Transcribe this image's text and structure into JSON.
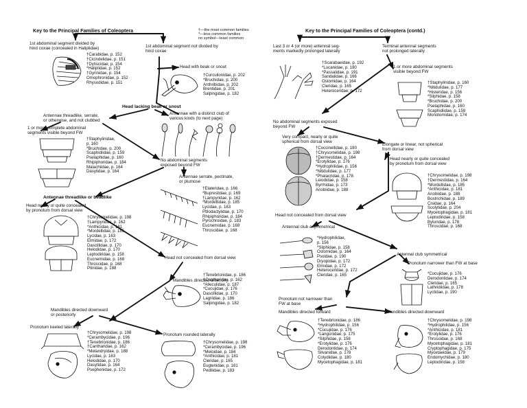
{
  "left": {
    "title": "Key to the Principal Families of Coleoptera",
    "legend": "†—the most common families\n*—less common families\nno symbol—least common",
    "nodes": {
      "n1a": "1st abdominal segment divided by\nhind coxae (concealed in Haliplidae)",
      "n1b": "1st abdominal segment not divided by\nhind coxae",
      "n2a": "Head with beak or snout",
      "n2b": "Head lacking beak or snout",
      "n3a": "Antennae threadlike, serrate,\nor otherwise, and not clubbed",
      "n3b": "Antennae with a distinct club of\nvarious kinds (to next page)",
      "n4a": "1 or more complete abdominal\nsegments visible beyond FW",
      "n4b": "No abdominal segments\nexposed beyond FW",
      "n5a": "Antennae serrate, pectinate,\nor plumose",
      "n5b": "Antennae threadlike or beadlike",
      "n6a": "Head nearly or quite concealed\nby pronotum from dorsal view",
      "n6b": "Head not concealed from dorsal view",
      "n7a": "Mandibles directed anteriorly",
      "n7b": "Mandibles directed downward\nor posteriorly",
      "n8a": "Pronotum keeled laterally",
      "n8b": "Pronotum rounded laterally"
    },
    "families": {
      "f1": "†Carabidae, p. 152\n†Cicindelidae, p. 151\n†Dytiscidae, p. 154\n*Haliplidae, p. 152\n†Gyrinidae, p. 154\nOmophronidae, p. 152\nRhysodidae, p. 151",
      "f2": "†Curculionidae, p. 202\n*Bruchidae, p. 200\nAnthribidae, p. 202\nBrentidae, p. 201\nSalpingidae, p. 182",
      "f3": "†Staphylinidae,\np. 160\n*Bruchidae, p. 200\nScaphidiidae, p. 159\nPselaphidae, p. 160\nRhipiphoridae, p. 184\nMalachiidae, p. 164\nDasytidae, p. 164",
      "f4": "†Elateridae, p. 166\n*Buprestidae, p. 169\n†Lampyridae, p. 162\n*Mordellidae, p. 185\nLycidae, p. 163\nPtilodactylidae, p. 170\nRhipiphoridae, p. 184\nPyrochroidae, p. 183\nEucnemidae, p. 168\nThroscidae, p. 168",
      "f5": "†Chrysomelidae, p. 198\n†Lampyridae, p. 162\n*Anthicidae, p. 181\n*Mordellidae, p. 185\nLycidae, p. 163\nElmidae, p. 172\nDascillidae, p. 170\nHelodidae, p. 170\nLeptodiridae, p. 158\nEucnemidae, p. 168\nThroscidae, p. 168\nPtinidae, p. 188",
      "f6": "†Tenebrionidae, p. 186\n†Cantharidae, p. 162\n*Alleculidae, p. 187\n*Cucujidae, p. 176\nDascillidae, p. 170\nLagriidae, p. 186\nSalpingidae, p. 182",
      "f7": "†Chrysomelidae, p. 198\n*Cerambycidae, p. 196\n†Tenebrionidae, p. 186\n†Cantharidae, p. 162\n*Melandryidae, p. 188\nLycidae, p. 163\nHelodidae, p. 170\nDasytidae, p. 164\nPsephenidae, p. 172",
      "f8": "†Chrysomelidae, p. 198\n*Cerambycidae, p. 196\n*Meloidae, p. 184\n*Anthicidae, p. 181\nCleridae, p. 165\nEuglenidae, p. 181\nPedilidae, p. 183"
    }
  },
  "right": {
    "title": "Key to the Principal Families of Coleoptera (contd.)",
    "nodes": {
      "r1a": "Last 3 or 4 (or more) antennal seg-\nments markedly prolonged laterally",
      "r1b": "Terminal antennal segments\nnot prolonged laterally",
      "r2a": "1 or more abdominal segments\nvisible beyond FW",
      "r2b": "No abdominal segments exposed\nbeyond FW",
      "r3a": "Very compact, nearly or quite\nspherical from dorsal view",
      "r3b": "Elongate or linear, not spherical\nfrom dorsal view",
      "r4a": "Head nearly or quite concealed\nby pronotum from dorsal view",
      "r4b": "Head not concealed from dorsal view",
      "r5a": "Antennal club asymmetrical",
      "r5b": "Antennal club symmetrical",
      "r6a": "Pronotum narrower than FW at base",
      "r6b": "Pronotum not narrower than\nFW at base",
      "r7a": "Mandibles directed forward",
      "r7b": "Mandibles directed downward"
    },
    "families": {
      "g1": "†Scarabaeidae, p. 192\n*Lucanidae, p. 190\n*Passalidae, p. 191\nSandalidae, p. 166\nOstomidae, p. 164\nCleridae, p. 165\nHeteroceridae, p. 172",
      "g2": "†Staphylinidae, p. 160\n*Nitidulidae, p. 177\n*Histeridae, p. 156\n*Silphidae, p. 158\n*Bruchidae, p. 200\nPselaphidae, p. 160\nScaphidiidae, p. 159\nMonotomidae, p. 174",
      "g3": "†Coccinellidae, p. 180\n†Chrysomelidae, p. 198\n†Dermestidae, p. 164\n*Erotylidae, p. 176\n*Hydrophilidae, p. 156\n*Nitidulidae, p. 177\n*Phalacridae, p. 178\nLeiodidae, p. 158\nByrrhidae, p. 173\nAnobiidae, p. 188",
      "g4": "†Chrysomelidae, p. 198\n†Dermestidae, p. 164\n*Mordellidae, p. 185\n*Anthicidae, p. 181\nAnobiidae, p. 188\nBostrichidae, p. 189\nCisidae, p. 164\nScolytidae, p. 204\nMycetophagidae, p. 181\nLeptodiridae, p. 158\nByturidae, p. 178\nThroscidae, p. 168",
      "g5": "*Hydrophilidae,\np. 156\n*Silphidae, p. 158\nOstomidae, p. 164\nPsoidae, p. 190\nDryopidae, p. 172\nElmidae, p. 172\nHeteroceridae, p. 172\nCleridae, p. 165",
      "g6": "*Cucujidae, p. 176\nDerodontidae, p. 174\nCleridae, p. 165\nLathridiidae, p. 178\nLyctidae, p. 190",
      "g7": "†Tenebrionidae, p. 186\n*Hydrophilidae, p. 156\n*Cucujidae, p. 176\n*Languriidae, p. 175\n*Silphidae, p. 158\n*Erotylidae, p. 176\nDerodontidae, p. 174\nSilvanidae, p. 178\nColydiidae, p. 180\nMycetophagidae, p. 181",
      "g8": "†Chrysomelidae, p. 198\n*Hydrophilidae, p. 156\n*Anthicidae, p. 181\n*Erotylidae, p. 176\nThroscidae, p. 168\nMycetophagidae, p. 181\nCryptophagidae, p. 175\nMycetaeidae, p. 179\nEndomychidae, p. 180\nLeptodiridae, p. 158"
    }
  }
}
